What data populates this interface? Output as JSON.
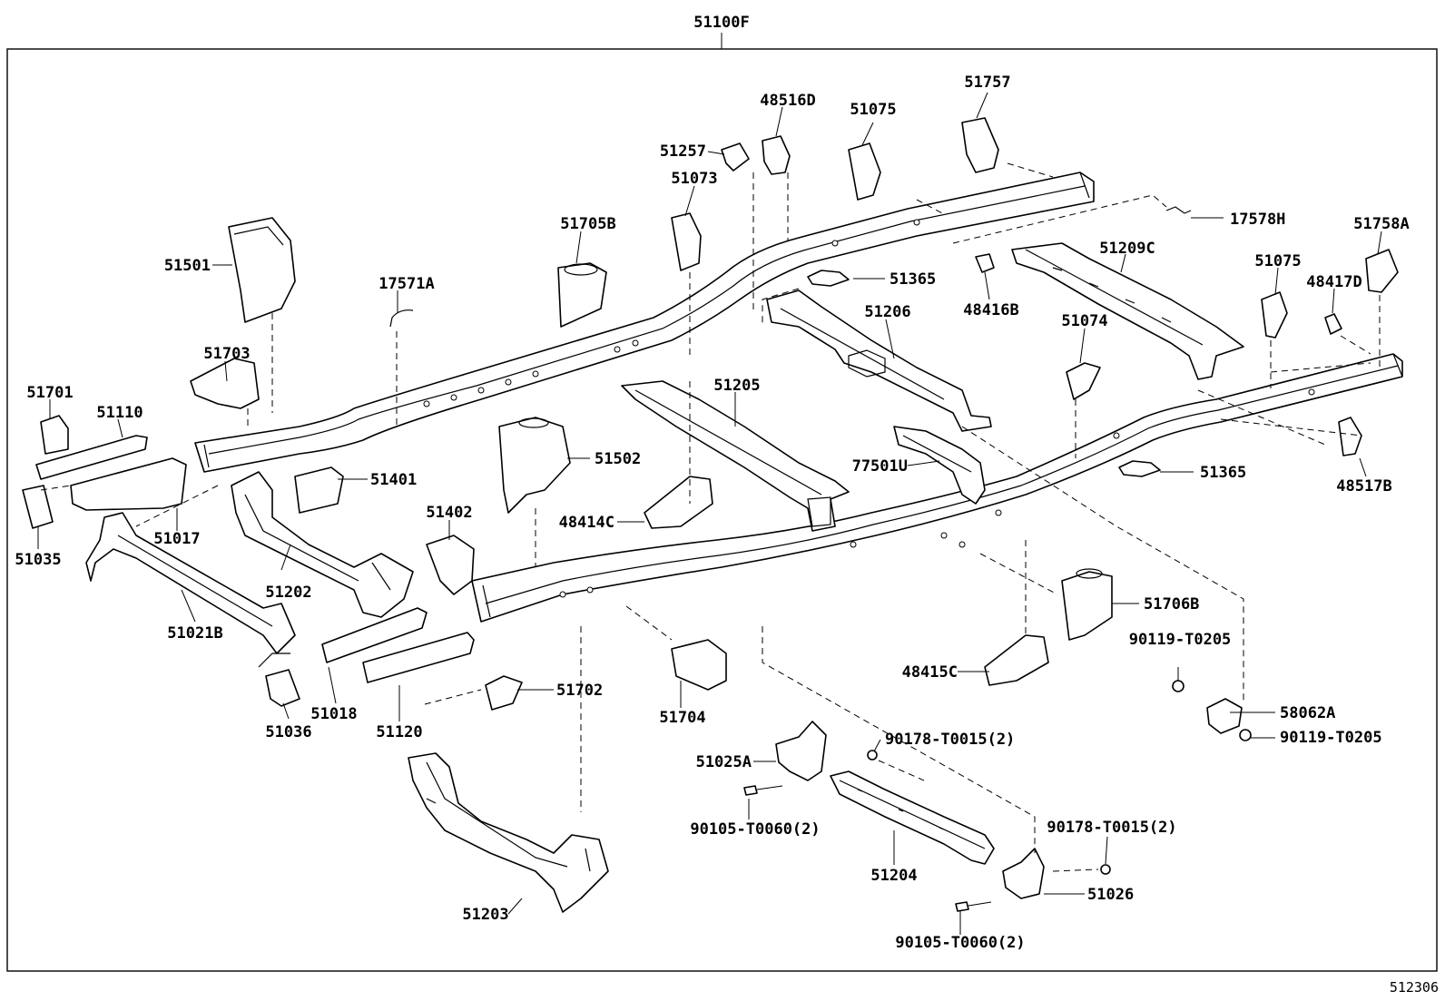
{
  "diagram": {
    "assembly_label": "51100F",
    "figure_code": "512306",
    "parts": [
      "51100F",
      "48516D",
      "51075",
      "51757",
      "51257",
      "51073",
      "17578H",
      "51758A",
      "51501",
      "51705B",
      "17571A",
      "51209C",
      "51365",
      "48416B",
      "51075",
      "48417D",
      "51206",
      "51074",
      "51703",
      "51205",
      "51701",
      "51110",
      "51502",
      "51401",
      "77501U",
      "51365",
      "48517B",
      "51017",
      "51402",
      "48414C",
      "51035",
      "51202",
      "51706B",
      "90119-T0205",
      "51021B",
      "48415C",
      "51702",
      "58062A",
      "51018",
      "51704",
      "51120",
      "90178-T0015(2)",
      "90119-T0205",
      "51036",
      "51025A",
      "90178-T0015(2)",
      "90105-T0060(2)",
      "51204",
      "51026",
      "51203",
      "90105-T0060(2)"
    ]
  }
}
